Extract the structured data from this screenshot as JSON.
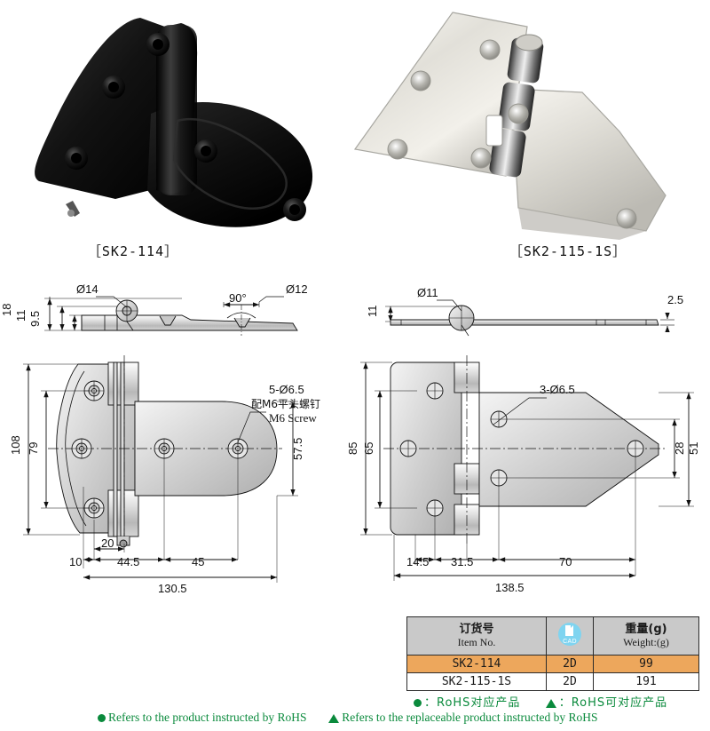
{
  "photos": [
    {
      "caption": "［SK2-114］",
      "name": "black-hinge-photo",
      "finish": "black"
    },
    {
      "caption": "［SK2-115-1S］",
      "name": "stainless-hinge-photo",
      "finish": "stainless"
    }
  ],
  "drawings": {
    "left_side_view": {
      "dims": [
        "Ø14",
        "Ø12",
        "90°",
        "18",
        "11",
        "9.5"
      ]
    },
    "right_side_view": {
      "dims": [
        "Ø11",
        "11",
        "2.5"
      ]
    },
    "left_plan_view": {
      "dims": [
        "108",
        "79",
        "57.5",
        "20",
        "10",
        "44.5",
        "45",
        "130.5"
      ],
      "callout_line1": "5-Ø6.5",
      "callout_line2": "配M6平头螺钉",
      "callout_line3": "M6 Screw"
    },
    "right_plan_view": {
      "dims": [
        "85",
        "65",
        "51",
        "28",
        "14.5",
        "31.5",
        "70",
        "138.5"
      ],
      "callout_line1": "3-Ø6.5"
    }
  },
  "dim_values": {
    "d14": "Ø14",
    "d12": "Ø12",
    "ang90": "90°",
    "v18": "18",
    "v11": "11",
    "v95": "9.5",
    "d11": "Ø11",
    "r11": "11",
    "t25": "2.5",
    "l108": "108",
    "l79": "79",
    "l575": "57.5",
    "l20": "20",
    "l10": "10",
    "l445": "44.5",
    "l45": "45",
    "l1305": "130.5",
    "r85": "85",
    "r65": "65",
    "r51": "51",
    "r28": "28",
    "r145": "14.5",
    "r315": "31.5",
    "r70": "70",
    "r1385": "138.5",
    "callout5": "5-Ø6.5",
    "callout5cn": "配M6平头螺钉",
    "callout5en": "M6 Screw",
    "callout3": "3-Ø6.5"
  },
  "table": {
    "headers": [
      {
        "cn": "订货号",
        "en": "Item No."
      },
      {
        "cn": "",
        "en": "",
        "icon": "cad-icon",
        "icon_label": "CAD"
      },
      {
        "cn": "重量(g)",
        "en": "Weight:(g)"
      }
    ],
    "rows": [
      {
        "item_no": "SK2-114",
        "cad": "2D",
        "weight": "99",
        "highlight": true
      },
      {
        "item_no": "SK2-115-1S",
        "cad": "2D",
        "weight": "191",
        "highlight": false
      }
    ]
  },
  "rohs": {
    "cn_circle": "：RoHS对应产品",
    "cn_triangle": "：RoHS可对应产品",
    "en_circle": "Refers to the product instructed by RoHS",
    "en_triangle": "Refers to the replaceable product instructed by RoHS",
    "color": "#0a8a3c"
  }
}
